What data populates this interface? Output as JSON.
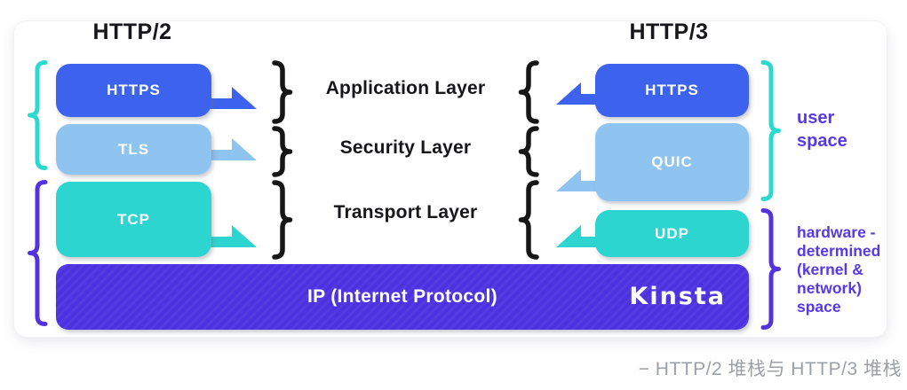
{
  "diagram": {
    "left_stack": {
      "title": "HTTP/2",
      "boxes": [
        {
          "label": "HTTPS",
          "color": "#3D63EE"
        },
        {
          "label": "TLS",
          "color": "#8FC3F0"
        },
        {
          "label": "TCP",
          "color": "#2DD5D0"
        }
      ]
    },
    "right_stack": {
      "title": "HTTP/3",
      "boxes": [
        {
          "label": "HTTPS",
          "color": "#3D63EE"
        },
        {
          "label": "QUIC",
          "color": "#8FC3F0"
        },
        {
          "label": "UDP",
          "color": "#2DD5D0"
        }
      ]
    },
    "layers": [
      {
        "label": "Application Layer"
      },
      {
        "label": "Security Layer"
      },
      {
        "label": "Transport Layer"
      }
    ],
    "base_bar": {
      "label": "IP (Internet Protocol)",
      "brand": "Kinsta",
      "color": "#4B31E0"
    },
    "annotations": {
      "user_space": "user space",
      "hardware_space": "hardware - determined (kernel & network) space"
    },
    "colors": {
      "accent_teal": "#2BD9CE",
      "accent_purple": "#5639E8",
      "blue": "#3D63EE",
      "light_blue": "#8FC3F0",
      "teal": "#2DD5D0",
      "bar_purple": "#4B31E0",
      "text_black": "#17171B",
      "caption_gray": "#9BA0A6"
    },
    "caption": "− HTTP/2 堆栈与 HTTP/3 堆栈"
  }
}
